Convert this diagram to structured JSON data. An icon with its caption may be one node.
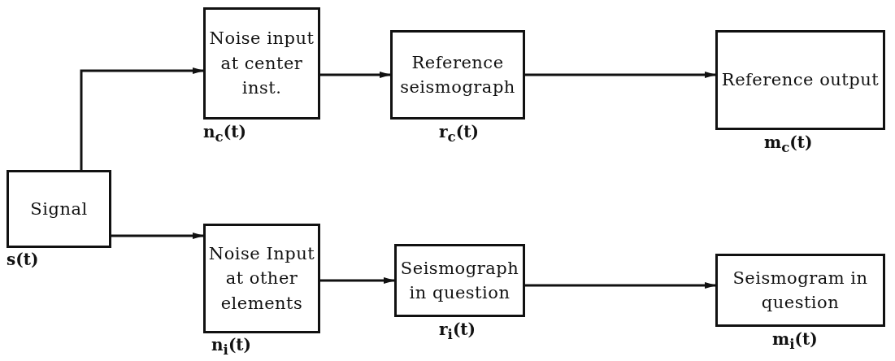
{
  "diagram": {
    "nodes": [
      {
        "text": [
          "Signal"
        ],
        "beside": [
          "s(t)"
        ]
      },
      {
        "text": [
          "Noise input at center inst."
        ],
        "beside": [
          "n$_{c}$(t)"
        ]
      },
      {
        "text": [
          "Reference seismograph"
        ],
        "beside": [
          "r$_{c}$(t)"
        ]
      },
      {
        "text": [
          "Reference output"
        ],
        "beside": [
          "m$_{c}$(t)"
        ]
      },
      {
        "text": [
          "Noise Input at other elements"
        ],
        "beside": [
          "n$_{i}$(t)"
        ]
      },
      {
        "text": [
          "Seismograph in question"
        ],
        "beside": [
          "r$_{i}$(t)"
        ]
      },
      {
        "text": [
          "Seismogram in question"
        ],
        "beside": [
          "m$_{i}$(t)"
        ]
      }
    ],
    "edges": [
      {
        "from": 0,
        "to": 1,
        "arrow": "to"
      },
      {
        "from": 1,
        "to": 2,
        "arrow": "to"
      },
      {
        "from": 2,
        "to": 3,
        "arrow": "to"
      },
      {
        "from": 0,
        "to": 4,
        "arrow": "to"
      },
      {
        "from": 4,
        "to": 5,
        "arrow": "to"
      },
      {
        "from": 5,
        "to": 6,
        "arrow": "to"
      }
    ]
  }
}
